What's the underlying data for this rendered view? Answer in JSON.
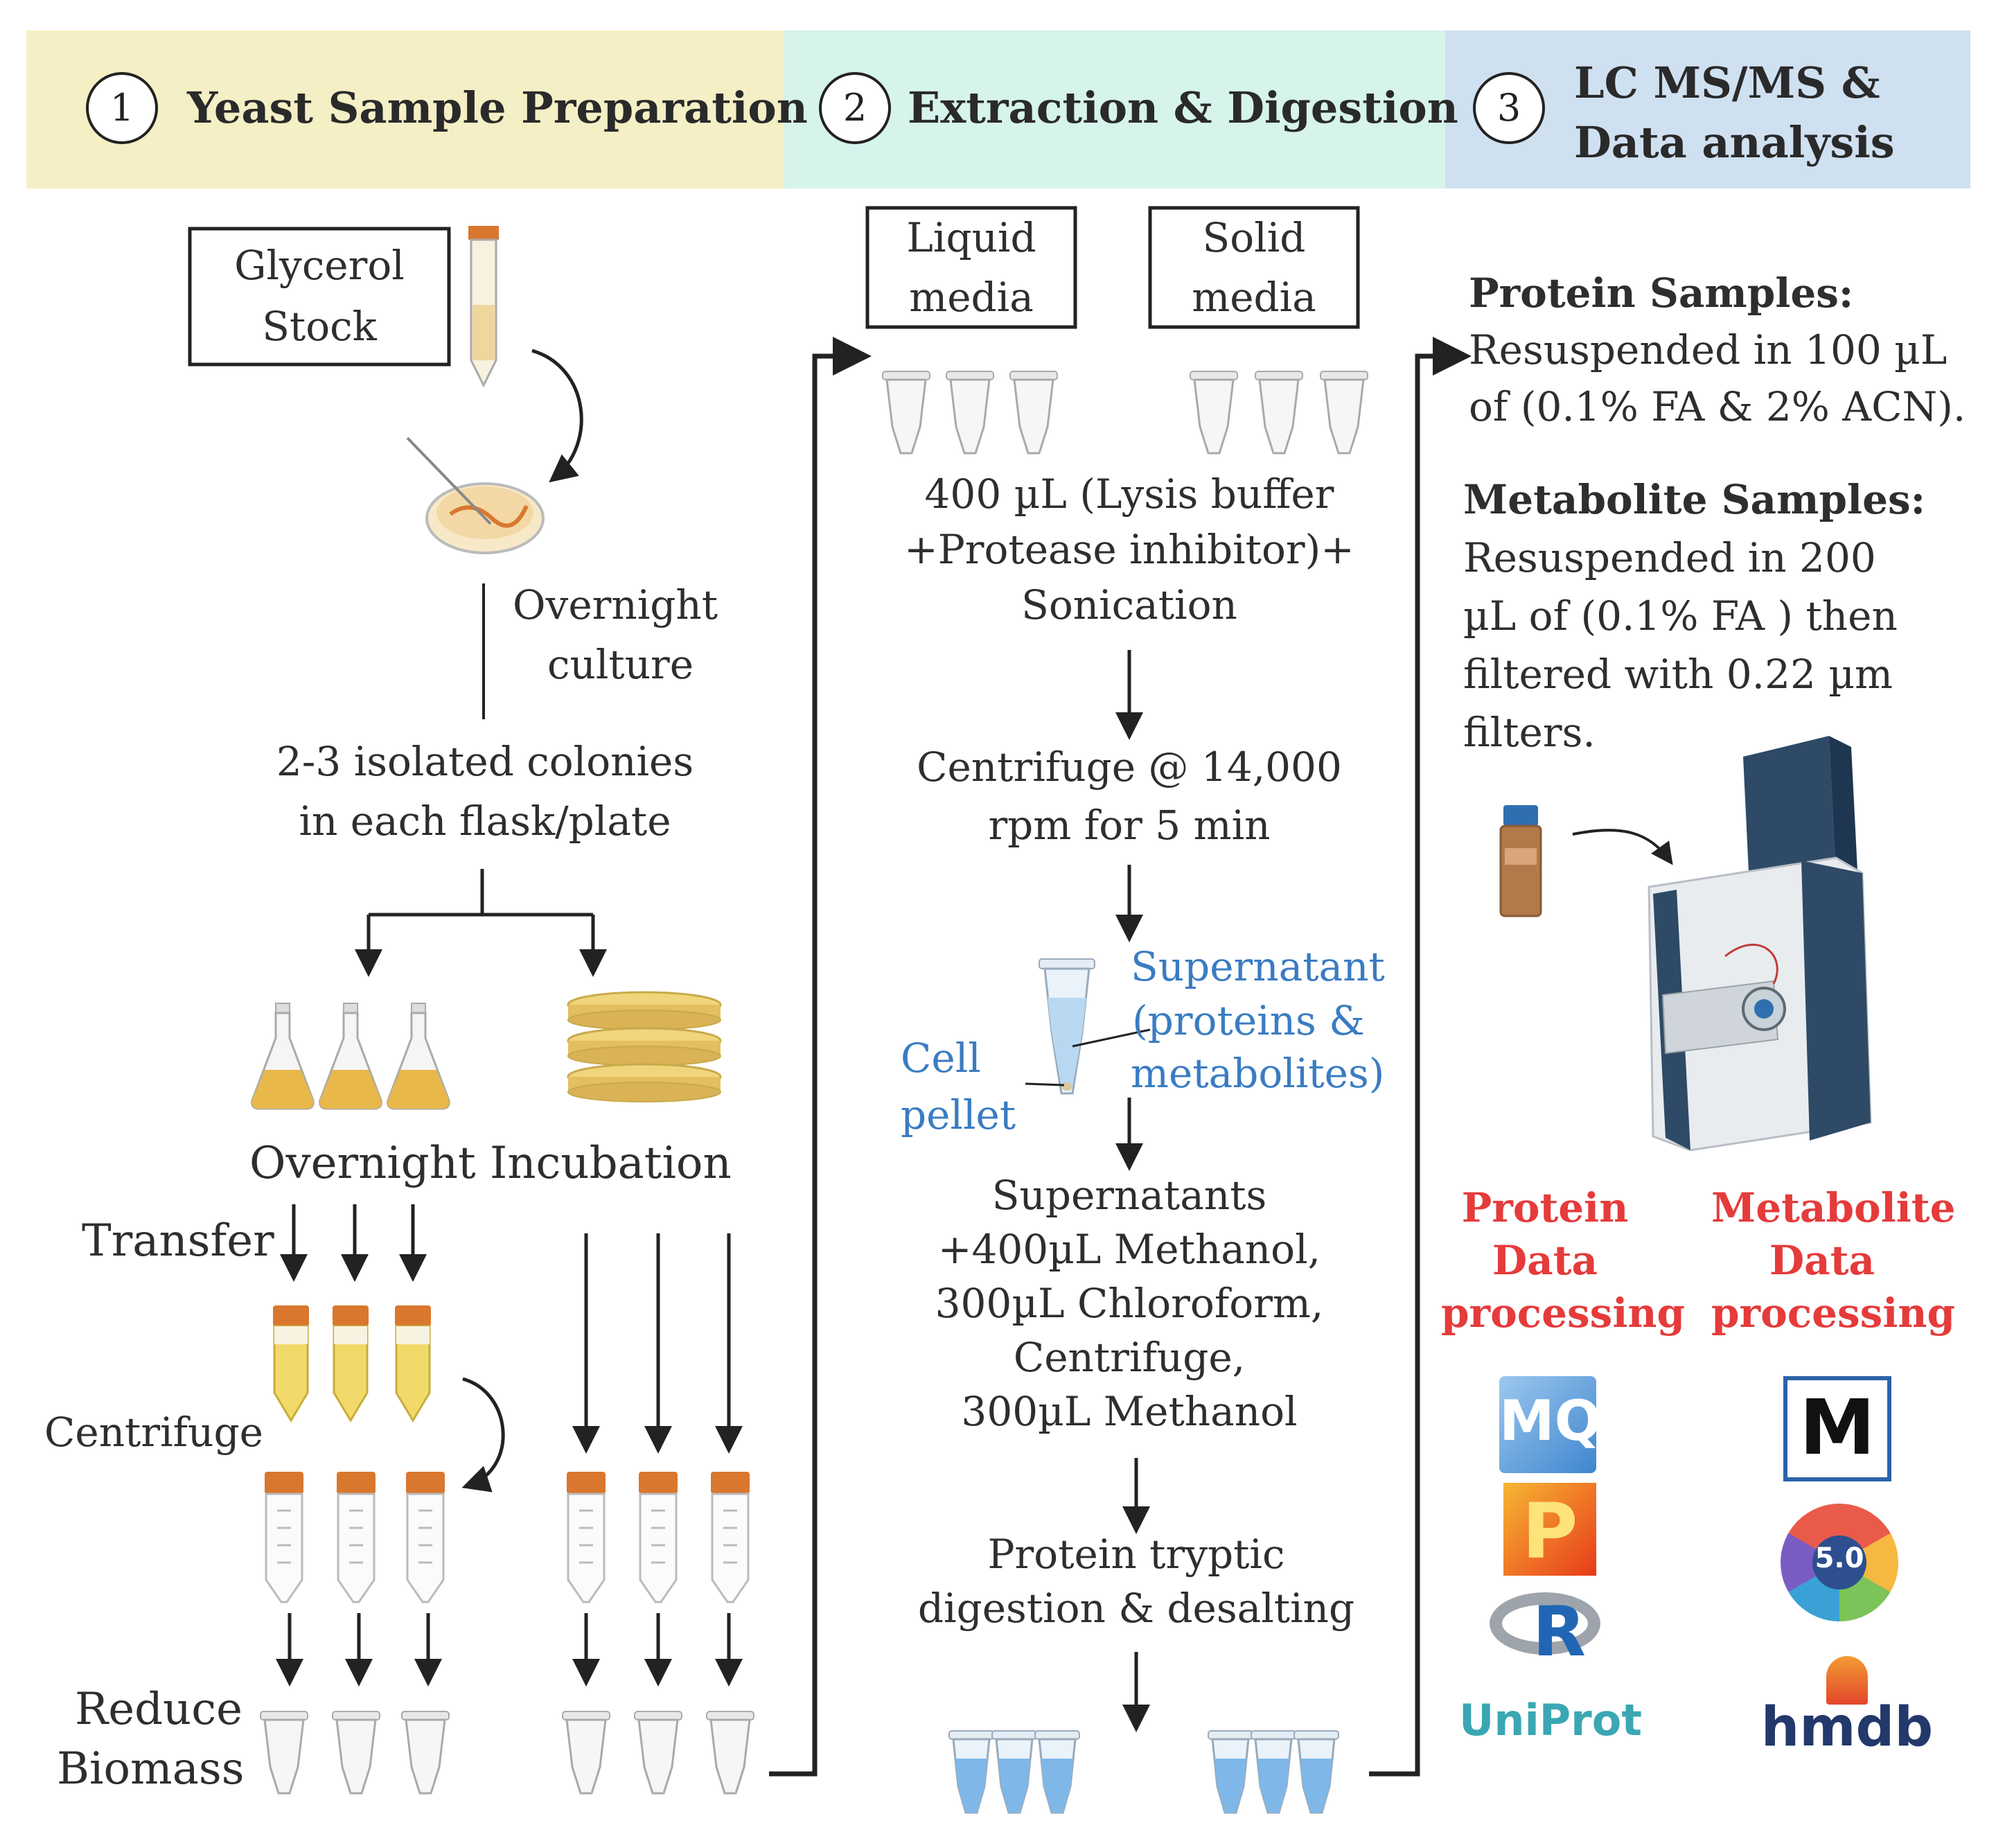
{
  "sections": [
    {
      "number": "1",
      "title": "Yeast Sample Preparation"
    },
    {
      "number": "2",
      "title": "Extraction & Digestion"
    },
    {
      "number": "3",
      "title_line1": "LC MS/MS  &",
      "title_line2": "Data analysis"
    }
  ],
  "col1": {
    "glycerol_stock": [
      "Glycerol",
      "Stock"
    ],
    "overnight_culture": [
      "Overnight",
      "culture"
    ],
    "colonies": [
      "2-3 isolated colonies",
      "in each flask/plate"
    ],
    "incubation": "Overnight Incubation",
    "transfer": "Transfer",
    "centrifuge": "Centrifuge",
    "reduce_biomass": [
      "Reduce",
      "Biomass"
    ]
  },
  "col2": {
    "liquid_media": [
      "Liquid",
      "media"
    ],
    "solid_media": [
      "Solid",
      "media"
    ],
    "lysis": [
      "400 µL (Lysis buffer",
      "+Protease inhibitor)+",
      "Sonication"
    ],
    "centrifuge": [
      "Centrifuge @ 14,000",
      "rpm for 5 min"
    ],
    "supernatant_label": [
      "Supernatant",
      "(proteins &",
      "metabolites)"
    ],
    "pellet_label": [
      "Cell",
      "pellet"
    ],
    "methanol_step": [
      "Supernatants",
      "+400µL Methanol,",
      "300µL Chloroform,",
      "Centrifuge,",
      "300µL Methanol"
    ],
    "digestion": [
      "Protein tryptic",
      "digestion & desalting"
    ]
  },
  "col3": {
    "protein_heading": "Protein Samples:",
    "protein_text": [
      "Resuspended in 100 µL",
      "of (0.1% FA & 2% ACN)."
    ],
    "metabolite_heading": "Metabolite Samples:",
    "metabolite_text": [
      "Resuspended in 200",
      "µL of (0.1% FA ) then",
      "filtered with 0.22 µm",
      "filters."
    ],
    "protein_processing": [
      "Protein",
      "Data",
      "processing"
    ],
    "metabolite_processing": [
      "Metabolite",
      "Data",
      "processing"
    ],
    "logos": {
      "mq": "MQ",
      "p": "P",
      "r": "R",
      "uniprot": "UniProt",
      "m": "M",
      "metaboanalyst": "5.0",
      "hmdb": "hmdb"
    }
  },
  "colors": {
    "header1": "#f5efc6",
    "header2": "#d6f3ec",
    "header3": "#cfe0f1",
    "blue_label": "#3a7cc2",
    "red_label": "#e53b3b",
    "tube_cap": "#d9772e",
    "culture": "#e8b84a"
  }
}
